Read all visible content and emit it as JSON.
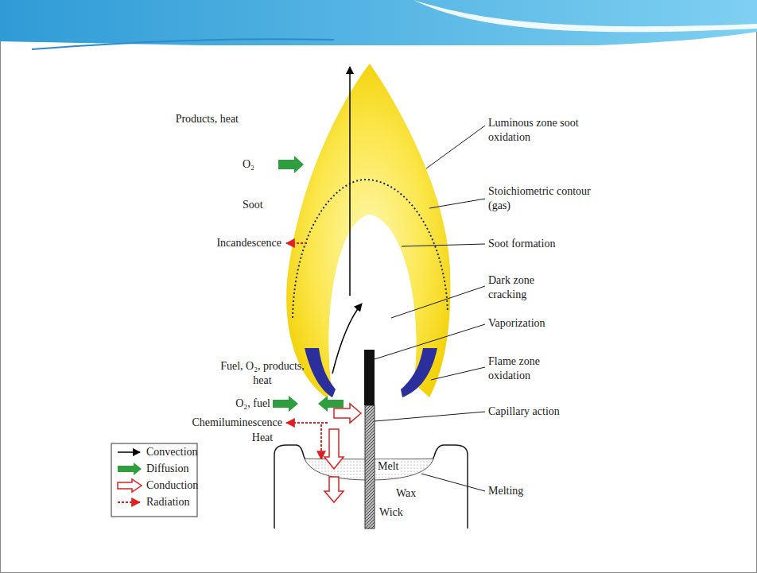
{
  "diagram": {
    "labels": [
      "Products, heat",
      "O₂",
      "Soot",
      "Incandescence",
      "Fuel, O₂, products, heat",
      "O₂, fuel",
      "Chemiluminescence",
      "Heat",
      "Luminous zone soot oxidation",
      "Stoichiometric contour (gas)",
      "Soot formation",
      "Dark zone cracking",
      "Vaporization",
      "Flame zone oxidation",
      "Capillary action",
      "Melting",
      "Melt",
      "Wax",
      "Wick"
    ],
    "legend": [
      {
        "text": "Convection"
      },
      {
        "text": "Diffusion"
      },
      {
        "text": "Conduction"
      },
      {
        "text": "Radiation"
      }
    ]
  }
}
